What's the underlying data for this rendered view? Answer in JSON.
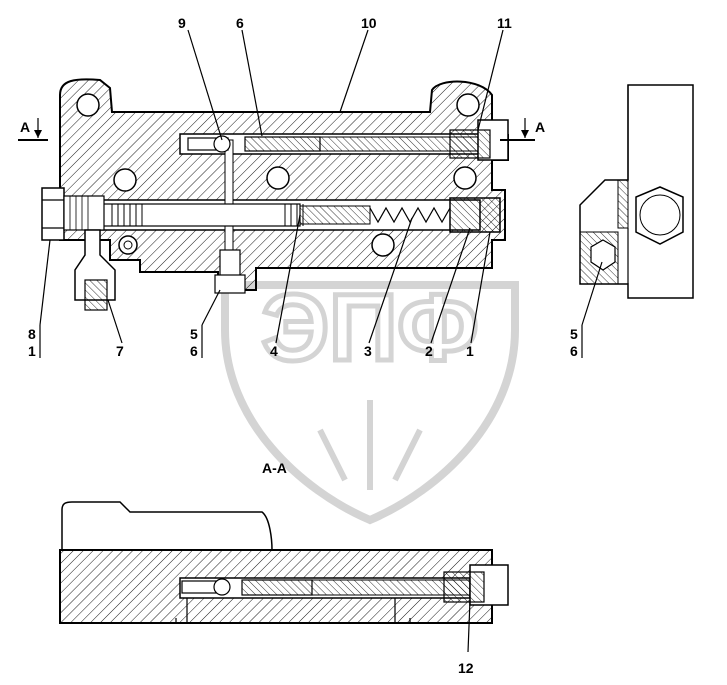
{
  "labels": {
    "n9": "9",
    "n6": "6",
    "n10": "10",
    "n11": "11",
    "n8": "8",
    "n1a": "1",
    "n7": "7",
    "n5": "5",
    "n6b": "6",
    "n4": "4",
    "n3": "3",
    "n2": "2",
    "n1b": "1",
    "n5r": "5",
    "n6r": "6",
    "n12": "12",
    "sectionA_left": "A",
    "sectionA_right": "A",
    "section_title": "А-А"
  },
  "watermark": {
    "text": "ЭПФ",
    "color": "#d4d4d4"
  },
  "colors": {
    "line": "#000000",
    "background": "#ffffff"
  }
}
